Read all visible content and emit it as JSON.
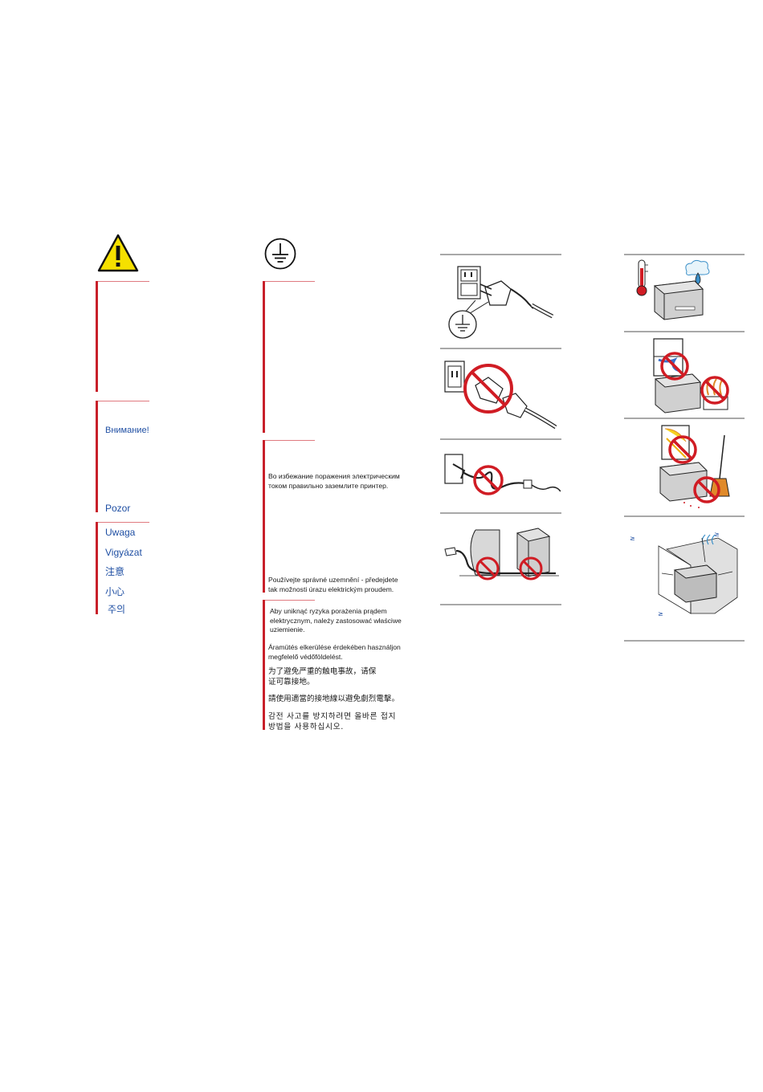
{
  "warning_labels": {
    "russian": "Внимание!",
    "czech": "Pozor",
    "polish": "Uwaga",
    "hungarian": "Vigyázat",
    "chinese_simplified": "注意",
    "chinese_traditional": "小心",
    "korean": "주의"
  },
  "grounding_text": {
    "russian": "Во избежание поражения электрическим током правильно заземлите принтер.",
    "czech": "Používejte správné uzemnění - předejdete tak možnosti úrazu elektrickým proudem.",
    "polish": "Aby uniknąć ryzyka porażenia prądem elektrycznym, należy zastosować właściwe uziemienie.",
    "hungarian": "Áramütés elkerülése érdekében használjon megfelelő védőföldelést.",
    "chinese_simplified": "为了避免严重的触电事故，请保证可靠接地。",
    "chinese_traditional": "請使用適當的接地線以避免劇烈電擊。",
    "korean": "감전 사고를 방지하려면 올바른 접지방법을 사용하십시오."
  },
  "clearance_symbols": {
    "top_left": "≥",
    "top_right": "≥",
    "bottom": "≥"
  },
  "icons": {
    "warning": "warning-triangle-icon",
    "ground": "ground-symbol-icon"
  },
  "colors": {
    "accent_red": "#c8202a",
    "label_blue": "#1f4fa3",
    "warning_yellow": "#f5e000"
  }
}
